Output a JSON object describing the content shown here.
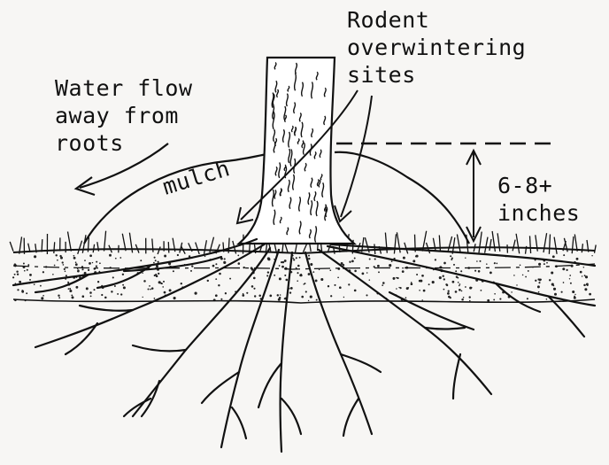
{
  "diagram": {
    "labels": {
      "water_flow": [
        "Water flow",
        "away from",
        "roots"
      ],
      "rodent_sites": [
        "Rodent",
        "overwintering",
        "sites"
      ],
      "depth": [
        "6-8+",
        "inches"
      ],
      "mulch": "mulch"
    },
    "colors": {
      "ink": "#111111",
      "paper": "#f7f6f4"
    }
  }
}
